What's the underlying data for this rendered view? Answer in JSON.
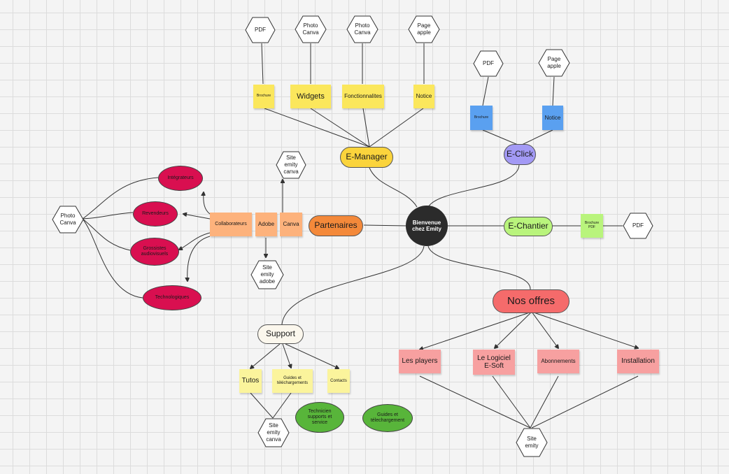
{
  "center": "Bienvenue\nchez Emity",
  "main": {
    "emanager": "E-Manager",
    "eclick": "E-Click",
    "partenaires": "Partenaires",
    "echantier": "E-Chantier",
    "nosoffres": "Nos offres",
    "support": "Support"
  },
  "emanager_items": [
    "Brochure",
    "Widgets",
    "Fonctionnalites",
    "Notice"
  ],
  "emanager_hex": [
    "PDF",
    "Photo\nCanva",
    "Photo\nCanva",
    "Page\napple"
  ],
  "eclick_items": [
    "Brochure",
    "Notice"
  ],
  "eclick_hex": [
    "PDF",
    "Page\napple"
  ],
  "echantier_item": "Brochure\nPDF",
  "echantier_hex": "PDF",
  "partners_boxes": [
    "Collaborateurs",
    "Adobe",
    "Canva"
  ],
  "partners_hex": [
    "Site\nemity\ncanva",
    "Site\nemity\nadobe",
    "Photo\nCanva"
  ],
  "partners_ovals": [
    "Intégrateurs",
    "Revendeurs",
    "Grossistes\naudiovisuels",
    "Technologiques"
  ],
  "offers": [
    "Les players",
    "Le Logiciel\nE-Soft",
    "Abonnements",
    "Installation"
  ],
  "offers_hex": "Site\nemity",
  "support_items": [
    "Tutos",
    "Guides et\ntéléchargements",
    "Contacts"
  ],
  "support_hex": "Site\nemity\ncanva",
  "green_ovals": [
    "Technicien\nsupports et\nservice",
    "Guides et\ntélechargement"
  ],
  "colors": {
    "center": "#2b2b2b",
    "yellow": "#fbe75c",
    "purple": "#a39af5",
    "orange": "#f4893a",
    "green": "#b9f47c",
    "red": "#f56b6b",
    "crimson": "#d90f50",
    "peach": "#fdb27c",
    "blue": "#5aa0f0",
    "lightred": "#f7a0a0",
    "lightyellow": "#fbf49c",
    "dkgreen": "#58b53a"
  }
}
